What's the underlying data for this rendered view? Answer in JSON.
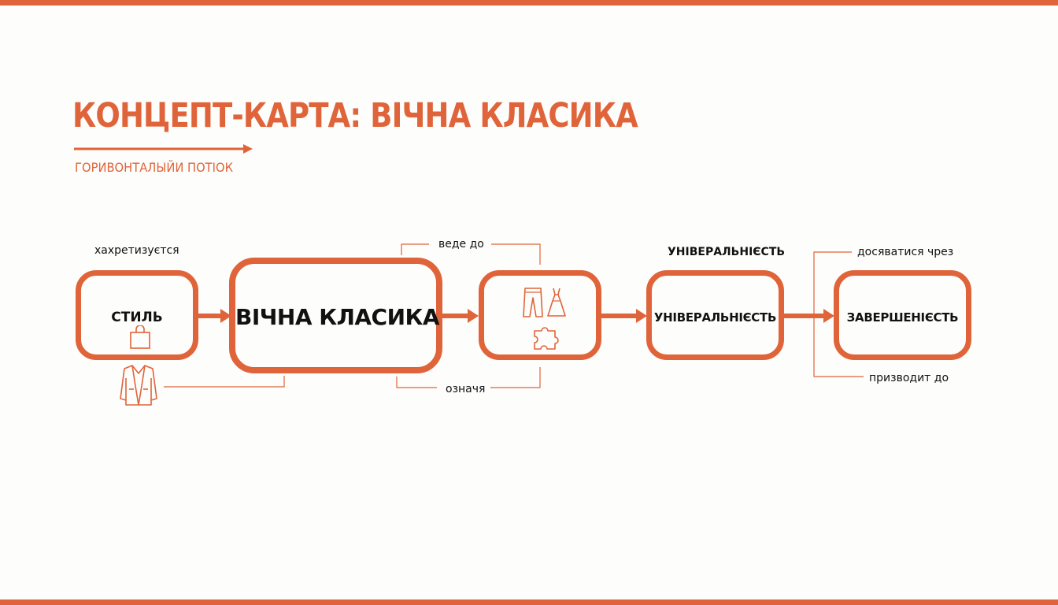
{
  "colors": {
    "accent": "#e0643a",
    "text": "#111111",
    "background": "#fdfdfc"
  },
  "header": {
    "title": "КОНЦЕПТ-КАРТА: ВІЧНА КЛАСИКА",
    "subtitle": "ГОРИВОНТАЛЫЙИ ПОТІОК"
  },
  "nodes": {
    "style": {
      "label": "СТИЛЬ",
      "icons": [
        "shopping-bag-icon",
        "blazer-icon"
      ]
    },
    "classic": {
      "label": "ВІЧНА КЛАСИКА"
    },
    "clothing": {
      "icons": [
        "trousers-icon",
        "dress-icon",
        "puzzle-icon"
      ]
    },
    "universality": {
      "label": "УНІВЕРАЛЬНІЄСТЬ"
    },
    "completeness": {
      "label": "ЗАВЕРШЕНІЄСТЬ"
    }
  },
  "relations": {
    "characterized": "хахретизуєтся",
    "leads_to": "веде до",
    "means": "означя",
    "universality_top": "УНІВЕРАЛЬНІЄСТЬ",
    "achieved_through": "досяватися чрез",
    "results_in": "призводит до"
  }
}
